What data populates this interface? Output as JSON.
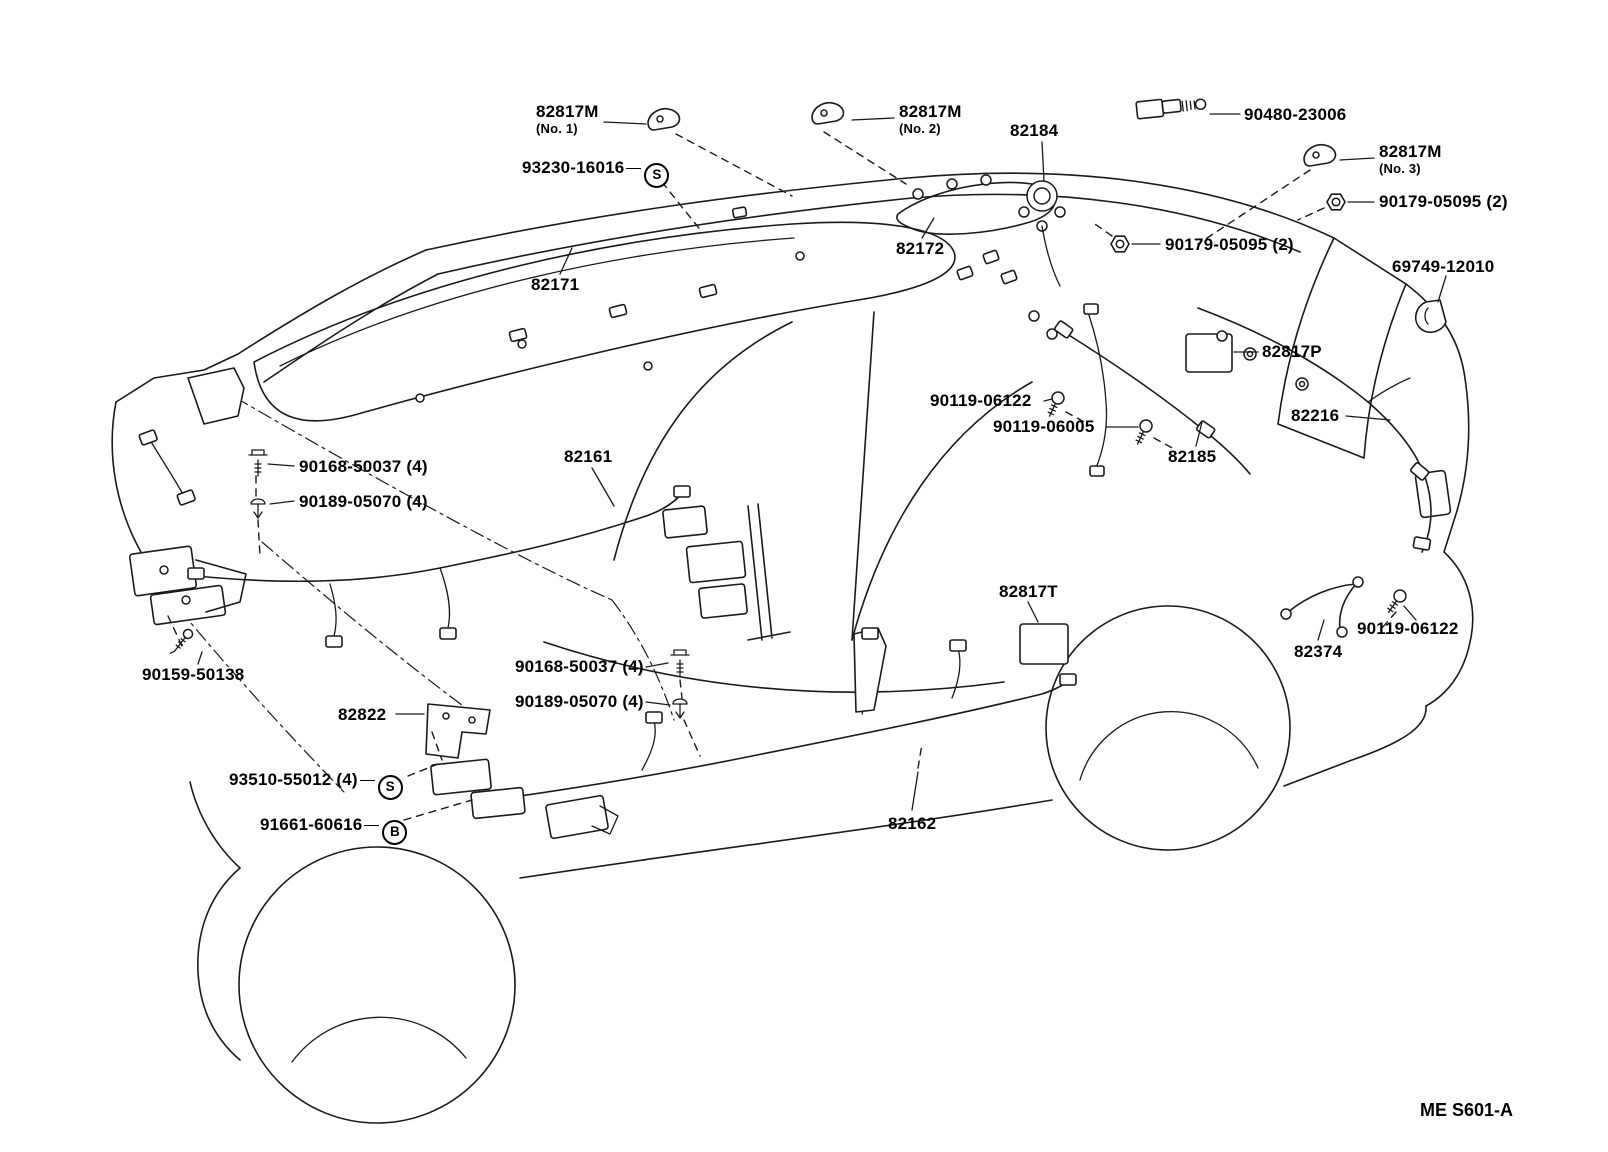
{
  "diagram": {
    "description": "Vehicle wiring harness parts diagram",
    "footer_code": "ME S601-A"
  },
  "colors": {
    "line": "#1a1a1a",
    "background": "#ffffff"
  },
  "labels": [
    {
      "text": "82817M",
      "sub": "(No. 1)"
    },
    {
      "text": "93230-16016",
      "symbol": "S"
    },
    {
      "text": "82817M",
      "sub": "(No. 2)"
    },
    {
      "text": "82184"
    },
    {
      "text": "90480-23006"
    },
    {
      "text": "82817M",
      "sub": "(No. 3)"
    },
    {
      "text": "90179-05095 (2)"
    },
    {
      "text": "82172"
    },
    {
      "text": "90179-05095 (2)"
    },
    {
      "text": "69749-12010"
    },
    {
      "text": "82171"
    },
    {
      "text": "82817P"
    },
    {
      "text": "90119-06122"
    },
    {
      "text": "82216"
    },
    {
      "text": "90119-06005"
    },
    {
      "text": "82185"
    },
    {
      "text": "82161"
    },
    {
      "text": "90168-50037 (4)"
    },
    {
      "text": "90189-05070 (4)"
    },
    {
      "text": "82817T"
    },
    {
      "text": "90119-06122"
    },
    {
      "text": "82374"
    },
    {
      "text": "90159-50138"
    },
    {
      "text": "90168-50037 (4)"
    },
    {
      "text": "90189-05070 (4)"
    },
    {
      "text": "82822"
    },
    {
      "text": "93510-55012 (4)",
      "symbol": "S"
    },
    {
      "text": "91661-60616",
      "symbol": "B"
    },
    {
      "text": "82162"
    }
  ]
}
